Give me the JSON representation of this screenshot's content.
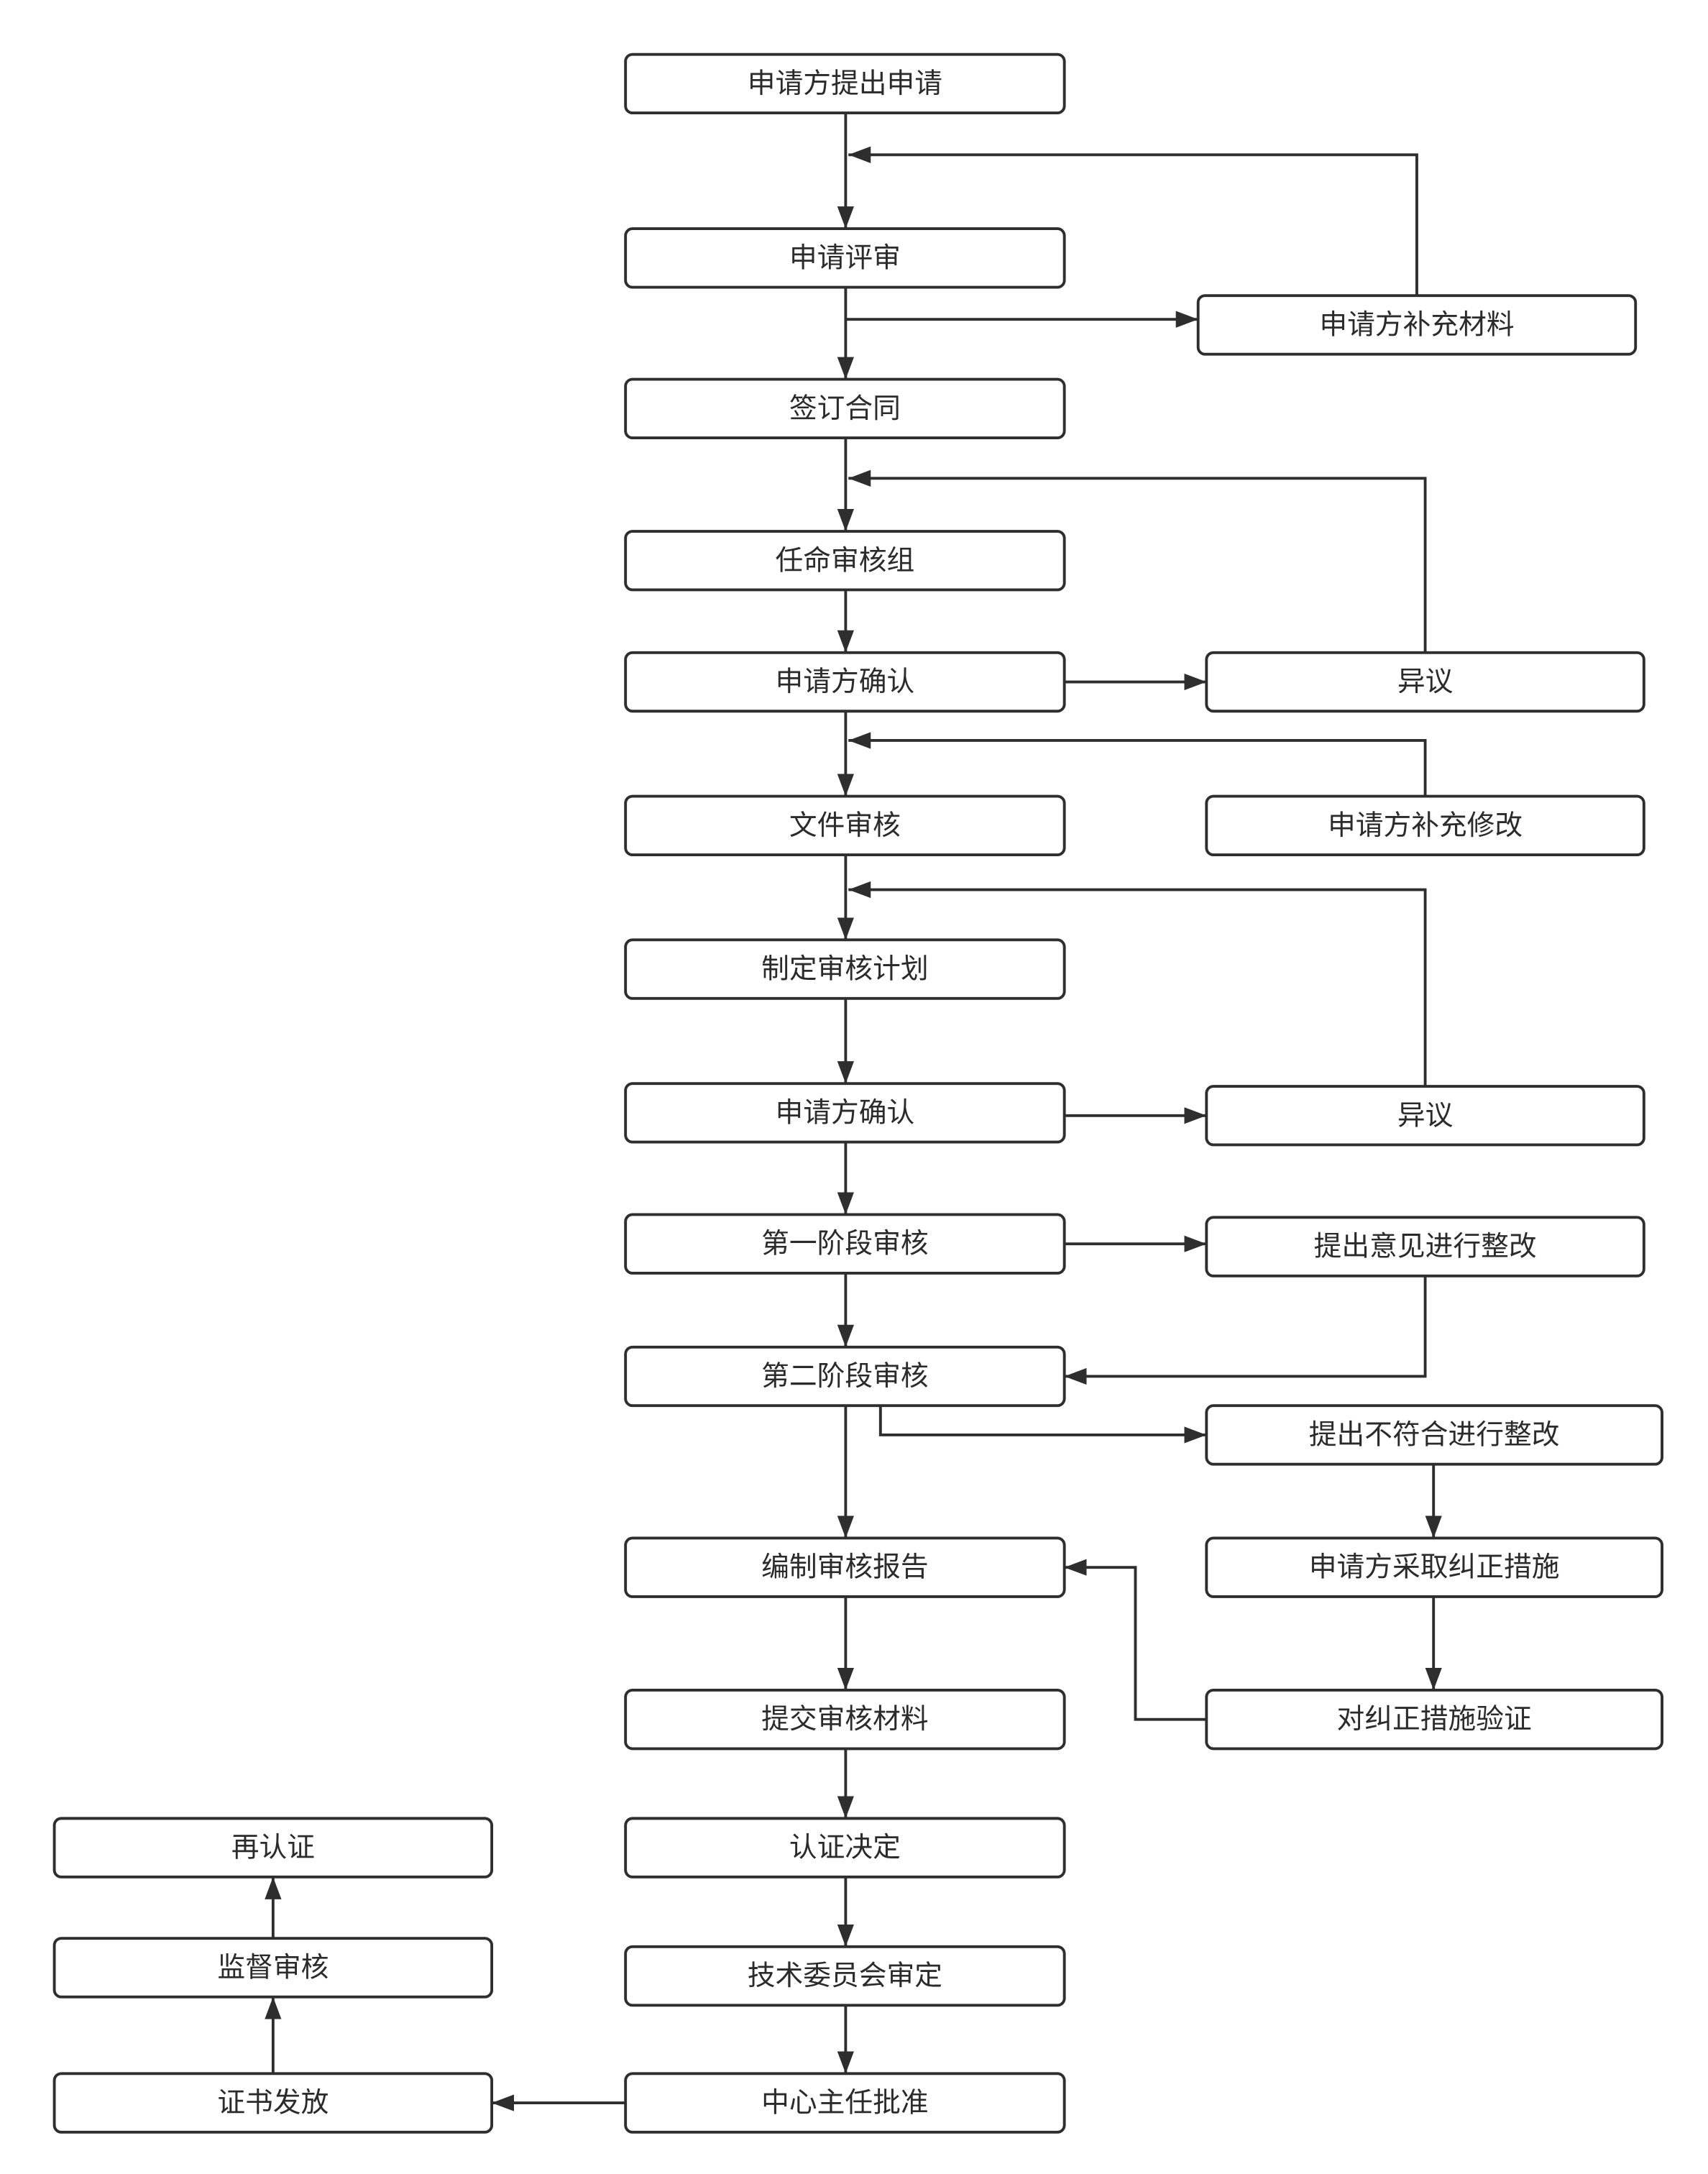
{
  "main_flow": [
    "申请方提出申请",
    "申请评审",
    "签订合同",
    "任命审核组",
    "申请方确认",
    "文件审核",
    "制定审核计划",
    "申请方确认",
    "第一阶段审核",
    "第二阶段审核",
    "编制审核报告",
    "提交审核材料",
    "认证决定",
    "技术委员会审定",
    "中心主任批准"
  ],
  "branches": [
    "申请方补充材料",
    "异议",
    "申请方补充修改",
    "异议",
    "提出意见进行整改",
    "提出不符合进行整改",
    "申请方采取纠正措施",
    "对纠正措施验证"
  ],
  "post_certification": [
    "证书发放",
    "监督审核",
    "再认证"
  ],
  "colors": {
    "stroke": "#2e2e2e",
    "box_fill": "#ffffff",
    "text": "#2b2b2b"
  }
}
